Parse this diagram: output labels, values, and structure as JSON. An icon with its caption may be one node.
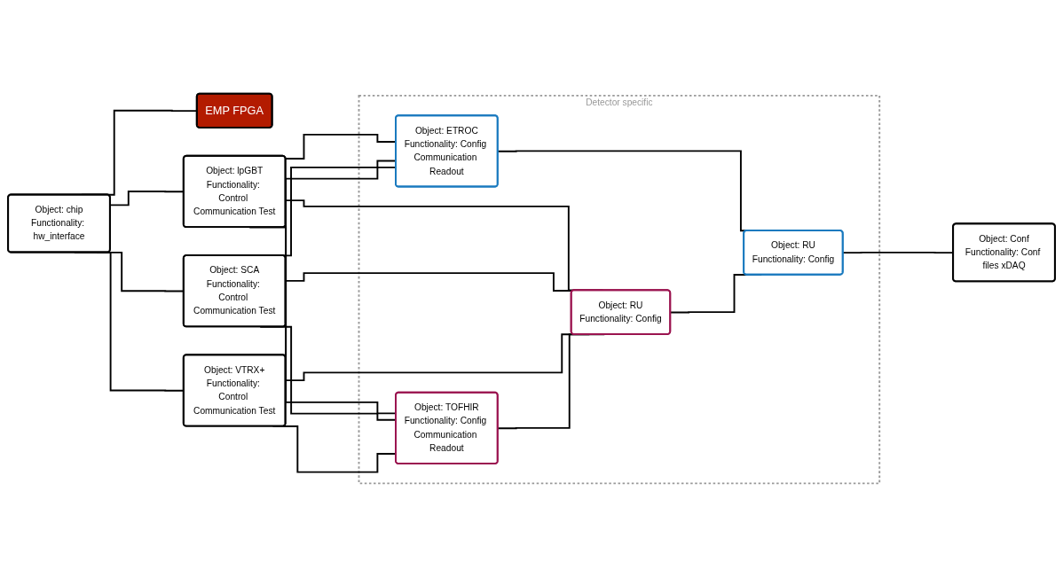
{
  "diagram": {
    "nodes": [
      {
        "text": [
          "Object: chip",
          "Functionality: hw_interface"
        ]
      },
      {
        "text": [
          "EMP FPGA"
        ]
      },
      {
        "text": [
          "Object: lpGBT",
          "Functionality: Control Communication Test"
        ]
      },
      {
        "text": [
          "Object: SCA",
          "Functionality: Control Communication Test"
        ]
      },
      {
        "text": [
          "Object: VTRX+",
          "Functionality: Control Communication Test"
        ]
      },
      {
        "text": [
          "Detector specific"
        ]
      },
      {
        "text": [
          "Object: TOFHIR",
          "Functionality: Config Communication Readout"
        ],
        "in": 5
      },
      {
        "text": [
          "Object: ETROC",
          "Functionality: Config Communication Readout"
        ],
        "in": 5
      },
      {
        "text": [
          "Object: RU",
          "Functionality: Config"
        ],
        "in": 5
      },
      {
        "text": [
          "Object: RU",
          "Functionality: Config"
        ],
        "in": 5
      },
      {
        "text": [
          "Object: Conf",
          "Functionality: Conf files xDAQ"
        ]
      }
    ],
    "edges": [
      {
        "from": 0,
        "to": 1,
        "arrow": "none"
      },
      {
        "from": 0,
        "to": 2,
        "arrow": "none"
      },
      {
        "from": 0,
        "to": 3,
        "arrow": "none"
      },
      {
        "from": 0,
        "to": 4,
        "arrow": "none"
      },
      {
        "from": 2,
        "to": 6,
        "arrow": "none"
      },
      {
        "from": 2,
        "to": 7,
        "arrow": "none"
      },
      {
        "from": 2,
        "to": 8,
        "arrow": "none"
      },
      {
        "from": 3,
        "to": 6,
        "arrow": "none"
      },
      {
        "from": 3,
        "to": 7,
        "arrow": "none"
      },
      {
        "from": 3,
        "to": 8,
        "arrow": "none"
      },
      {
        "from": 4,
        "to": 6,
        "arrow": "none"
      },
      {
        "from": 4,
        "to": 7,
        "arrow": "none"
      },
      {
        "from": 4,
        "to": 8,
        "arrow": "none"
      },
      {
        "from": 6,
        "to": 8,
        "arrow": "none"
      },
      {
        "from": 7,
        "to": 9,
        "arrow": "none"
      },
      {
        "from": 8,
        "to": 9,
        "arrow": "none"
      },
      {
        "from": 9,
        "to": 10,
        "arrow": "none"
      }
    ]
  }
}
